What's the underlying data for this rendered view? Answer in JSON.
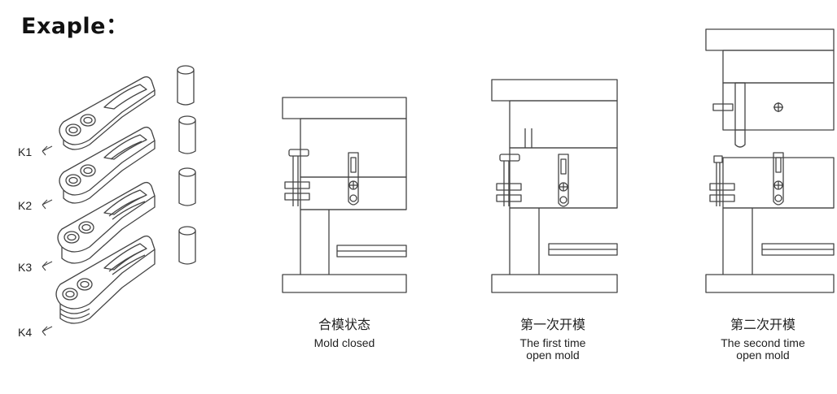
{
  "title": "Exaple：",
  "parts": {
    "labels": [
      "K1",
      "K2",
      "K3",
      "K4"
    ]
  },
  "stages": [
    {
      "cn": "合模状态",
      "en": [
        "Mold closed"
      ]
    },
    {
      "cn": "第一次开模",
      "en": [
        "The first time",
        "open mold"
      ]
    },
    {
      "cn": "第二次开模",
      "en": [
        "The second time",
        "open mold"
      ]
    }
  ]
}
